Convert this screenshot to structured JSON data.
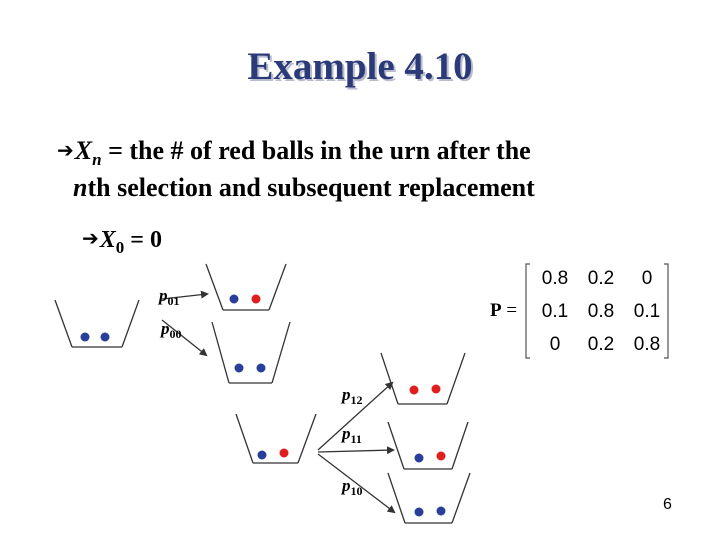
{
  "title": "Example 4.10",
  "bullet1": {
    "var": "X",
    "sub": "n",
    "line1_rest": " = the # of red balls in the urn after the",
    "line2_italic": "n",
    "line2_rest": "th selection and subsequent replacement"
  },
  "bullet2": {
    "var": "X",
    "sub": "0",
    "rest": " = 0"
  },
  "labels": {
    "p01": {
      "p": "p",
      "s": "01"
    },
    "p00": {
      "p": "p",
      "s": "00"
    },
    "p12": {
      "p": "p",
      "s": "12"
    },
    "p11": {
      "p": "p",
      "s": "11"
    },
    "p10": {
      "p": "p",
      "s": "10"
    }
  },
  "matrix": {
    "name": "P",
    "equals": "=",
    "rows": [
      [
        "0.8",
        "0.2",
        "0"
      ],
      [
        "0.1",
        "0.8",
        "0.1"
      ],
      [
        "0",
        "0.2",
        "0.8"
      ]
    ]
  },
  "colors": {
    "title": "#2b3a78",
    "blue_ball": "#2a3f9a",
    "red_ball": "#e11e1e"
  },
  "page_number": "6"
}
